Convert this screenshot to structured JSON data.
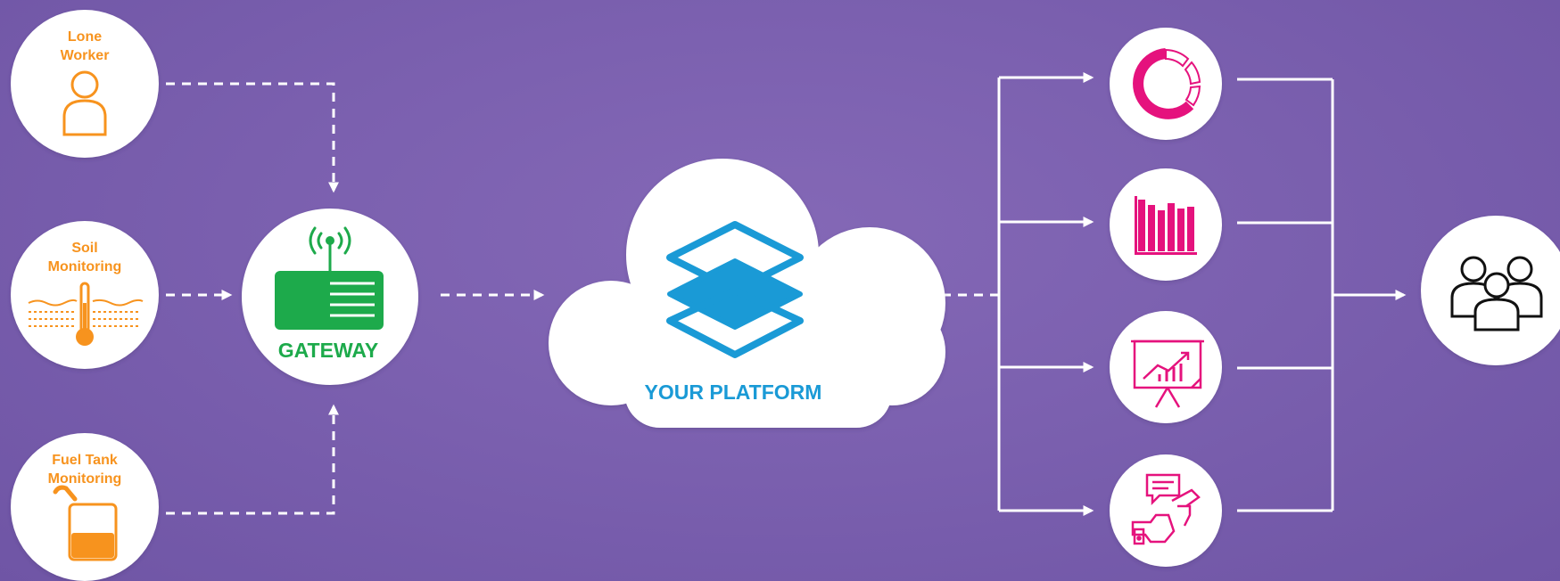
{
  "nodes": {
    "lone_worker": {
      "line1": "Lone",
      "line2": "Worker"
    },
    "soil_monitoring": {
      "line1": "Soil",
      "line2": "Monitoring"
    },
    "fuel_tank_monitoring": {
      "line1": "Fuel Tank",
      "line2": "Monitoring"
    },
    "gateway": {
      "label": "GATEWAY"
    },
    "platform": {
      "label": "YOUR PLATFORM"
    }
  },
  "outputs": [
    {
      "icon": "donut-chart-icon"
    },
    {
      "icon": "bar-chart-icon"
    },
    {
      "icon": "presentation-board-icon"
    },
    {
      "icon": "feedback-thumbs-up-icon"
    }
  ],
  "end_node": {
    "icon": "users-group-icon"
  },
  "colors": {
    "background": "#7b60af",
    "sensor_accent": "#f7931e",
    "gateway_accent": "#1daa4b",
    "platform_accent": "#1a9ad6",
    "output_accent": "#e5127d",
    "lines": "#ffffff"
  }
}
